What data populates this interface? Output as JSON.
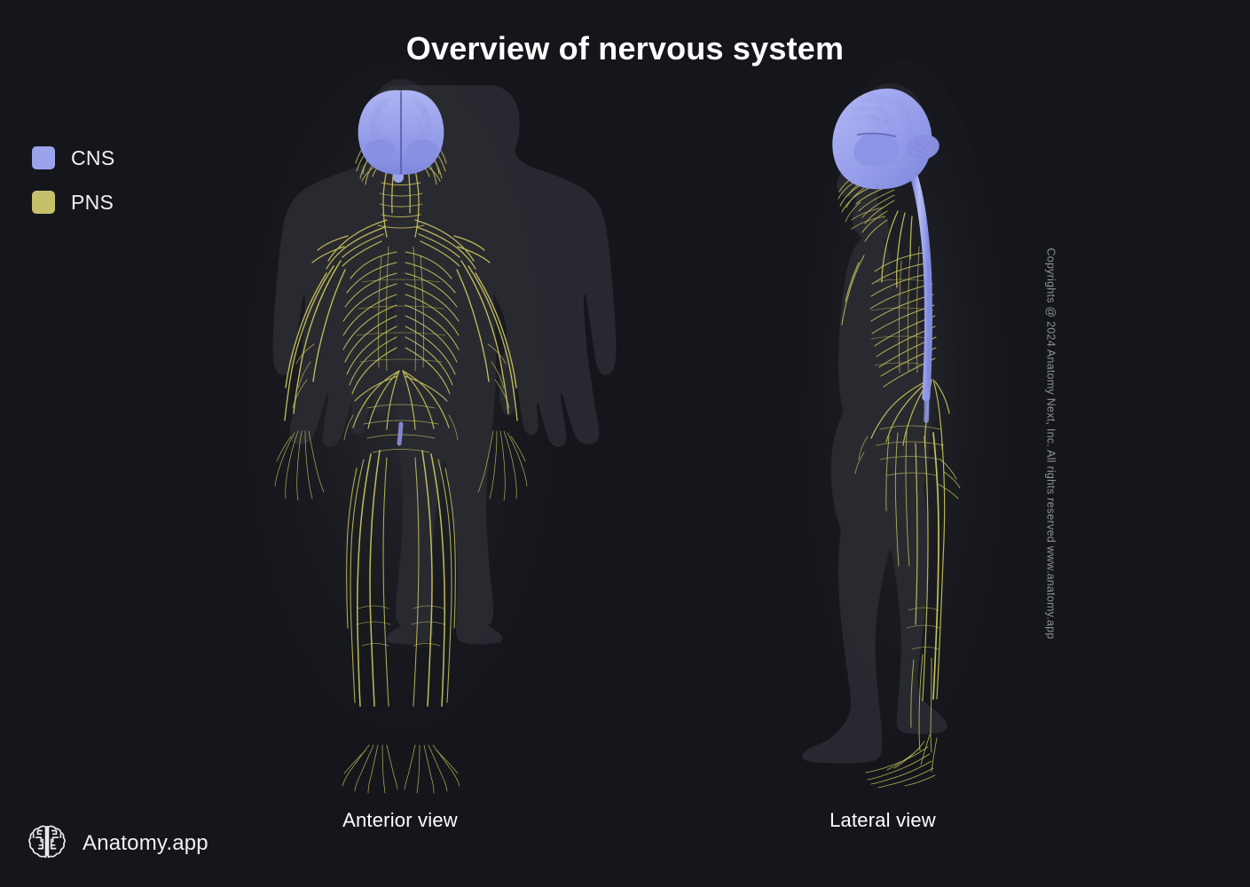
{
  "page": {
    "title": "Overview of nervous system",
    "background_color": "#14161b"
  },
  "legend": {
    "items": [
      {
        "label": "CNS",
        "color": "#9aa3ec",
        "name": "central nervous system"
      },
      {
        "label": "PNS",
        "color": "#c5c16b",
        "name": "peripheral nervous system"
      }
    ]
  },
  "figures": [
    {
      "id": "anterior",
      "view_label": "Anterior view",
      "body_silhouette_color": "#2a2b31",
      "cns_color": "#9aa3ec",
      "pns_color": "#cfc95e",
      "structures": [
        "brain",
        "spinal cord",
        "cranial nerves",
        "cervical plexus",
        "brachial plexus",
        "intercostal nerves",
        "lumbosacral plexus",
        "sciatic nerve",
        "tibial nerve",
        "common fibular nerve",
        "median nerve",
        "ulnar nerve",
        "radial nerve"
      ]
    },
    {
      "id": "lateral",
      "view_label": "Lateral view",
      "body_silhouette_color": "#2a2b31",
      "cns_color": "#9aa3ec",
      "pns_color": "#cfc95e",
      "structures": [
        "brain",
        "cerebellum",
        "brainstem",
        "spinal cord",
        "cranial nerves",
        "cervical plexus",
        "intercostal nerves",
        "lumbosacral plexus",
        "sciatic nerve",
        "foot nerves"
      ]
    }
  ],
  "brand": {
    "name": "Anatomy.app",
    "icon": "brain-icon"
  },
  "copyright": {
    "text": "Copyrights @ 2024 Anatomy Next, Inc. All rights reserved www.anatomy.app"
  }
}
